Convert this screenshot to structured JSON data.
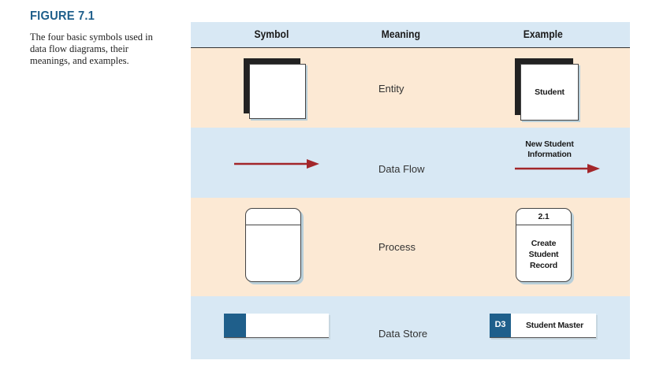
{
  "caption": {
    "figure_label": "FIGURE 7.1",
    "text": "The four basic symbols used in data flow diagrams, their meanings, and examples."
  },
  "table": {
    "headers": {
      "symbol": "Symbol",
      "meaning": "Meaning",
      "example": "Example"
    },
    "rows": [
      {
        "meaning": "Entity",
        "example": {
          "label": "Student"
        }
      },
      {
        "meaning": "Data Flow",
        "example": {
          "label_line1": "New Student",
          "label_line2": "Information"
        }
      },
      {
        "meaning": "Process",
        "example": {
          "id": "2.1",
          "line1": "Create",
          "line2": "Student",
          "line3": "Record"
        }
      },
      {
        "meaning": "Data Store",
        "example": {
          "id": "D3",
          "name": "Student Master"
        }
      }
    ]
  },
  "colors": {
    "header_bg": "#d8e8f4",
    "peach_row": "#fce9d4",
    "blue_row": "#d8e8f4",
    "arrow": "#a3262a",
    "store_tab": "#1f5f8b",
    "figure_label": "#1f5f8b"
  }
}
